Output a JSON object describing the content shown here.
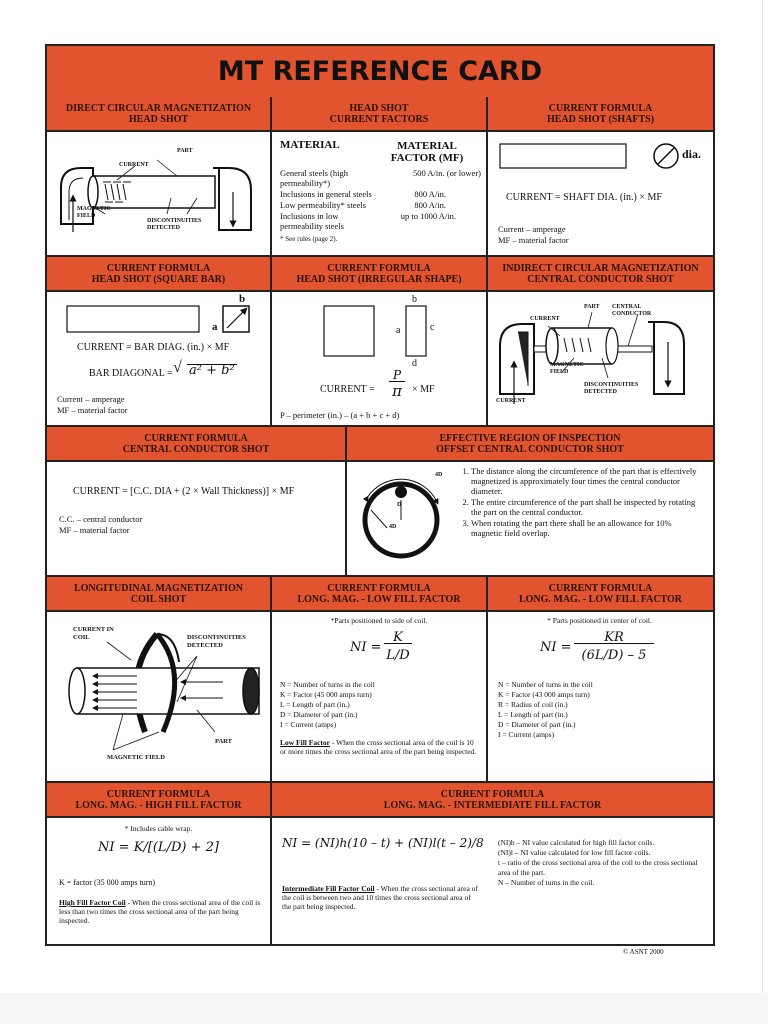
{
  "title": "MT REFERENCE CARD",
  "copyright": "© ASNT 2000",
  "row1": {
    "a": {
      "header": [
        "DIRECT CIRCULAR MAGNETIZATION",
        "HEAD SHOT"
      ],
      "labels": {
        "part": "PART",
        "current": "CURRENT",
        "magnetic_field": "MAGNETIC FIELD",
        "discontinuities": "DISCONTINUITIES DETECTED"
      }
    },
    "b": {
      "header": [
        "HEAD SHOT",
        "CURRENT FACTORS"
      ],
      "col1_head": "MATERIAL",
      "col2_head": "MATERIAL FACTOR (MF)",
      "rows": [
        {
          "material": "General steels (high permeability*)",
          "factor": "500 A/in. (or lower)"
        },
        {
          "material": "Inclusions in general steels",
          "factor": "800 A/in."
        },
        {
          "material": "Low permeability* steels",
          "factor": "800 A/in."
        },
        {
          "material": "Inclusions in low permeability steels",
          "factor": "up to 1000 A/in."
        }
      ],
      "note": "* See rules (page 2)."
    },
    "c": {
      "header": [
        "CURRENT FORMULA",
        "HEAD SHOT (Shafts)"
      ],
      "dia": "dia.",
      "formula": "CURRENT = SHAFT DIA. (in.) × MF",
      "legend1": "Current – amperage",
      "legend2": "MF – material factor"
    }
  },
  "row2": {
    "a": {
      "header": [
        "CURRENT FORMULA",
        "HEAD SHOT (Square Bar)"
      ],
      "label_a": "a",
      "label_b": "b",
      "formula1": "CURRENT = BAR DIAG. (in.) × MF",
      "formula2_left": "BAR DIAGONAL =",
      "formula2_right": "a² + b²",
      "legend1": "Current – amperage",
      "legend2": "MF – material factor"
    },
    "b": {
      "header": [
        "CURRENT FORMULA",
        "HEAD SHOT (Irregular Shape)"
      ],
      "labels": {
        "a": "a",
        "b": "b",
        "c": "c",
        "d": "d"
      },
      "formula_left": "CURRENT =",
      "formula_num": "P",
      "formula_den": "π",
      "formula_right": "× MF",
      "legend": "P – perimeter (in.) – (a + b + c + d)"
    },
    "c": {
      "header": [
        "INDIRECT CIRCULAR MAGNETIZATION",
        "CENTRAL CONDUCTOR SHOT"
      ],
      "labels": {
        "part": "PART",
        "central_conductor": "CENTRAL CONDUCTOR",
        "current_top": "CURRENT",
        "magnetic_field": "MAGNETIC FIELD",
        "discontinuities": "DISCONTINUITIES DETECTED",
        "current_bottom": "CURRENT"
      }
    }
  },
  "row3": {
    "a": {
      "header": [
        "CURRENT FORMULA",
        "CENTRAL CONDUCTOR SHOT"
      ],
      "formula": "CURRENT = [C.C. DIA + (2 × Wall Thickness)] × MF",
      "legend1": "C.C. – central conductor",
      "legend2": "MF – material factor"
    },
    "b": {
      "header": [
        "EFFECTIVE REGION OF INSPECTION",
        "OFFSET CENTRAL CONDUCTOR SHOT"
      ],
      "label_4d_top": "4D",
      "label_d": "D",
      "label_4d_side": "4D",
      "items": [
        "The distance along the circumference of the part that is effectively magnetized is approximately four times the central conductor diameter.",
        "The entire circumference of the part shall be inspected by rotating the part on the central conductor.",
        "When rotating the part there shall be an allowance for 10% magnetic field overlap."
      ]
    }
  },
  "row4": {
    "a": {
      "header": [
        "LONGITUDINAL MAGNETIZATION",
        "COIL SHOT"
      ],
      "labels": {
        "current_in_coil": "CURRENT IN COIL",
        "discontinuities": "DISCONTINUITIES DETECTED",
        "part": "PART",
        "magnetic_field": "MAGNETIC FIELD"
      }
    },
    "b": {
      "header": [
        "CURRENT FORMULA",
        "LONG. MAG. - LOW FILL FACTOR"
      ],
      "note": "*Parts positioned to side of coil.",
      "formula_left": "NI =",
      "formula_num": "K",
      "formula_den": "L/D",
      "legend": [
        "N = Number of turns in the coil",
        "K = Factor (45 000 amps turn)",
        "L = Length of part (in.)",
        "D = Diameter of part (in.)",
        "I = Current (amps)"
      ],
      "def_title": "Low Fill Factor",
      "def_text": " - When the cross sectional area of the coil is 10 or more times the cross sectional area of the part being inspected."
    },
    "c": {
      "header": [
        "CURRENT FORMULA",
        "LONG. MAG. - LOW FILL FACTOR"
      ],
      "note": "* Parts positioned in center of coil.",
      "formula_left": "NI =",
      "formula_num": "KR",
      "formula_den": "(6L/D) – 5",
      "legend": [
        "N = Number of turns in the coil",
        "K = Factor (43 000 amps turn)",
        "R = Radius of coil (in.)",
        "L = Length of part (in.)",
        "D = Diameter of part (in.)",
        "I = Current (amps)"
      ]
    }
  },
  "row5": {
    "a": {
      "header": [
        "CURRENT FORMULA",
        "LONG. MAG. - HIGH FILL FACTOR"
      ],
      "note": "* Includes cable wrap.",
      "formula": "NI = K/[(L/D) + 2]",
      "legend": "K = factor (35 000 amps turn)",
      "def_title": "High Fill Factor Coil",
      "def_text": " - When the cross sectional area of the coil is less than two times the cross sectional area of the part being inspected."
    },
    "b": {
      "header": [
        "CURRENT FORMULA",
        "LONG. MAG. - INTERMEDIATE FILL FACTOR"
      ],
      "formula": "NI = (NI)h(10 – t) + (NI)l(t – 2)/8",
      "def_title": "Intermediate Fill Factor Coil",
      "def_text": " - When the cross sectional area of the coil is between two and 10 times the cross sectional area of the part being inspected.",
      "legend": [
        "(NI)h – NI value calculated for high fill factor coils.",
        "(NI)l – NI value calculated for low fill factor coils.",
        "t – ratio of the cross sectional area of the coil to the cross sectional area of the part.",
        "N – Number of turns in the coil."
      ]
    }
  }
}
